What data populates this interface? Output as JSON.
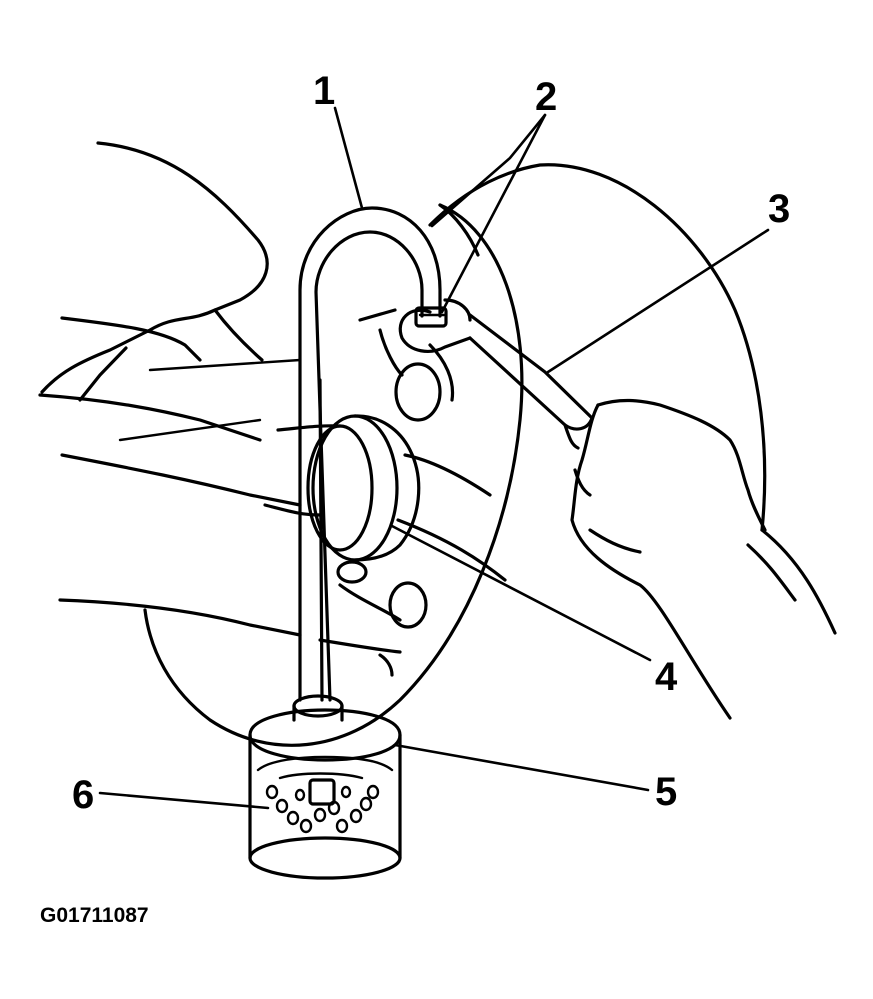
{
  "callouts": [
    {
      "label": "1"
    },
    {
      "label": "2"
    },
    {
      "label": "3"
    },
    {
      "label": "4"
    },
    {
      "label": "5"
    },
    {
      "label": "6"
    }
  ],
  "figure_code": "G01711087"
}
